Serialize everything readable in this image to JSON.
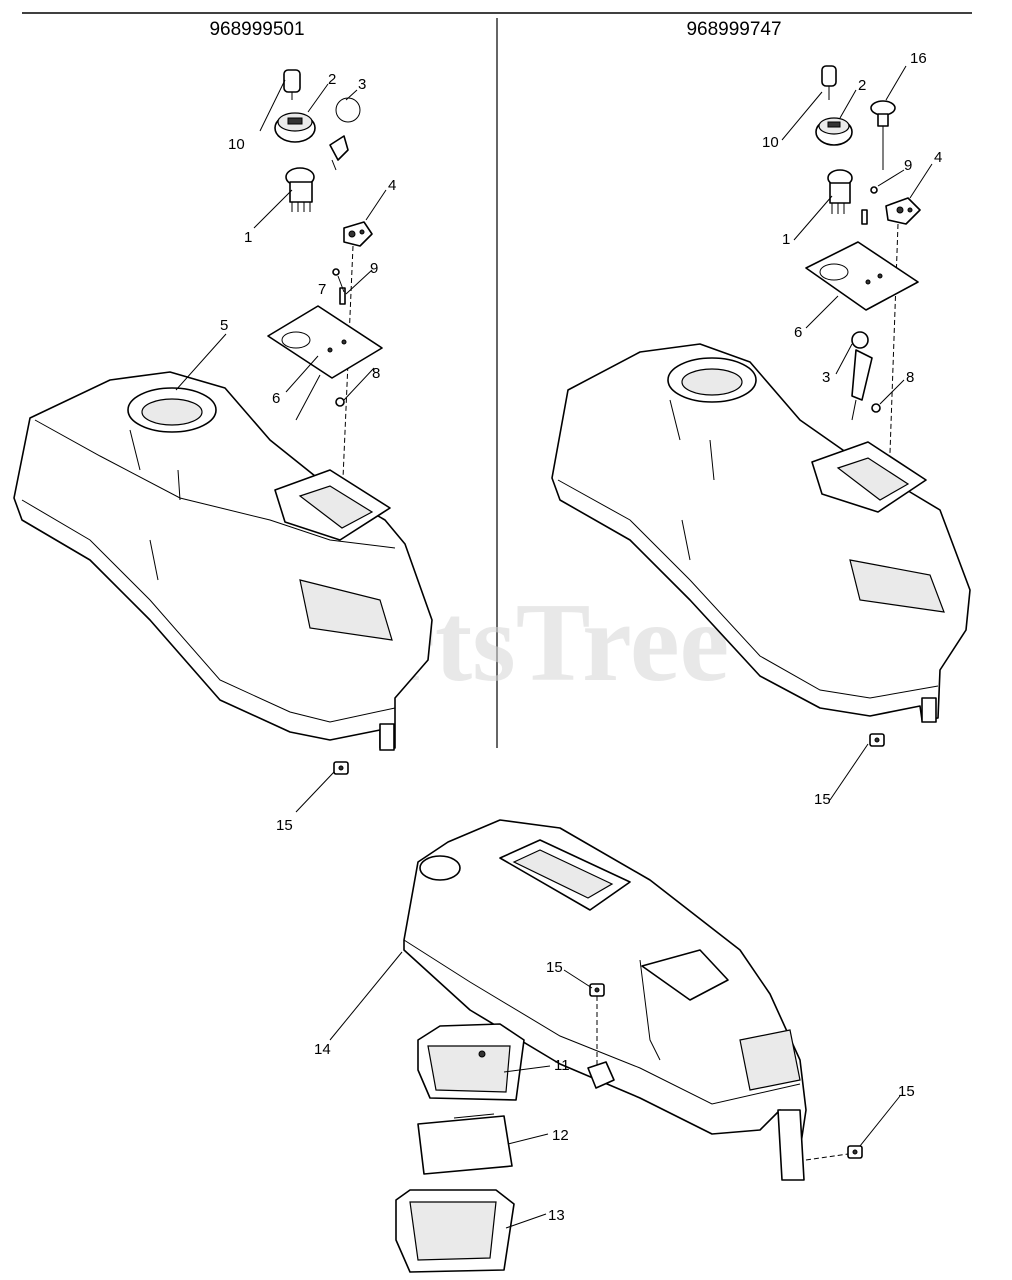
{
  "headers": {
    "left_model": "968999501",
    "right_model": "968999747"
  },
  "watermark": "PartsTree",
  "callouts": {
    "left": [
      "1",
      "2",
      "3",
      "4",
      "5",
      "6",
      "7",
      "8",
      "9",
      "10",
      "15"
    ],
    "right": [
      "1",
      "2",
      "3",
      "4",
      "6",
      "8",
      "9",
      "10",
      "15",
      "16"
    ],
    "bottom": [
      "11",
      "12",
      "13",
      "14",
      "15",
      "15"
    ]
  }
}
